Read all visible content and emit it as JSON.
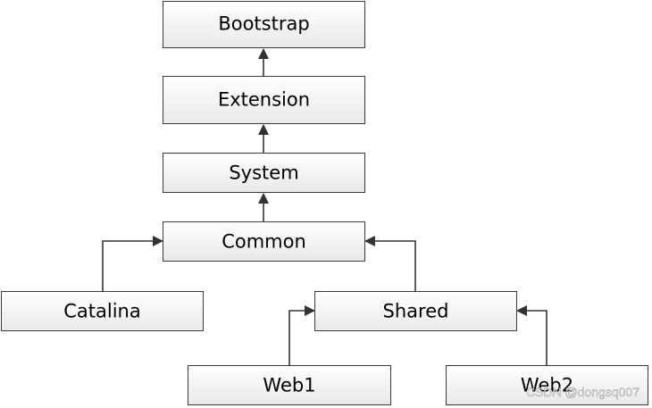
{
  "nodes": {
    "bootstrap": "Bootstrap",
    "extension": "Extension",
    "system": "System",
    "common": "Common",
    "catalina": "Catalina",
    "shared": "Shared",
    "web1": "Web1",
    "web2": "Web2"
  },
  "edges": [
    {
      "from": "extension",
      "to": "bootstrap"
    },
    {
      "from": "system",
      "to": "extension"
    },
    {
      "from": "common",
      "to": "system"
    },
    {
      "from": "catalina",
      "to": "common"
    },
    {
      "from": "shared",
      "to": "common"
    },
    {
      "from": "web1",
      "to": "shared"
    },
    {
      "from": "web2",
      "to": "shared"
    }
  ],
  "watermark": "CSDN @dongsq007",
  "colors": {
    "box_top": "#ffffff",
    "box_bottom": "#e9e9e9",
    "border": "#3a3a3a",
    "edge": "#333333"
  }
}
